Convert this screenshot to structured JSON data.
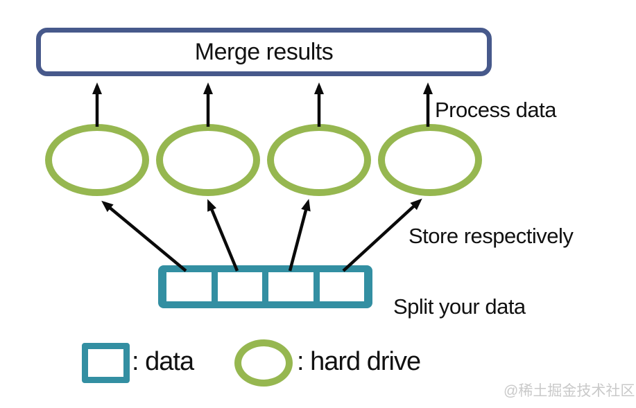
{
  "colors": {
    "navy_border": "#47598b",
    "green_stroke": "#96b750",
    "teal_fill": "#338fa2",
    "arrow_black": "#0a0a0a",
    "text_black": "#111111",
    "watermark_gray": "#c9c9c9",
    "background": "#ffffff"
  },
  "diagram": {
    "merge_box_label": "Merge results",
    "process_label": "Process data",
    "store_label": "Store respectively",
    "split_label": "Split your data",
    "hard_drive_count": 4,
    "data_segment_count": 4
  },
  "legend": {
    "data_entry": ": data",
    "hard_drive_entry": ": hard drive"
  },
  "watermark": "@稀土掘金技术社区"
}
